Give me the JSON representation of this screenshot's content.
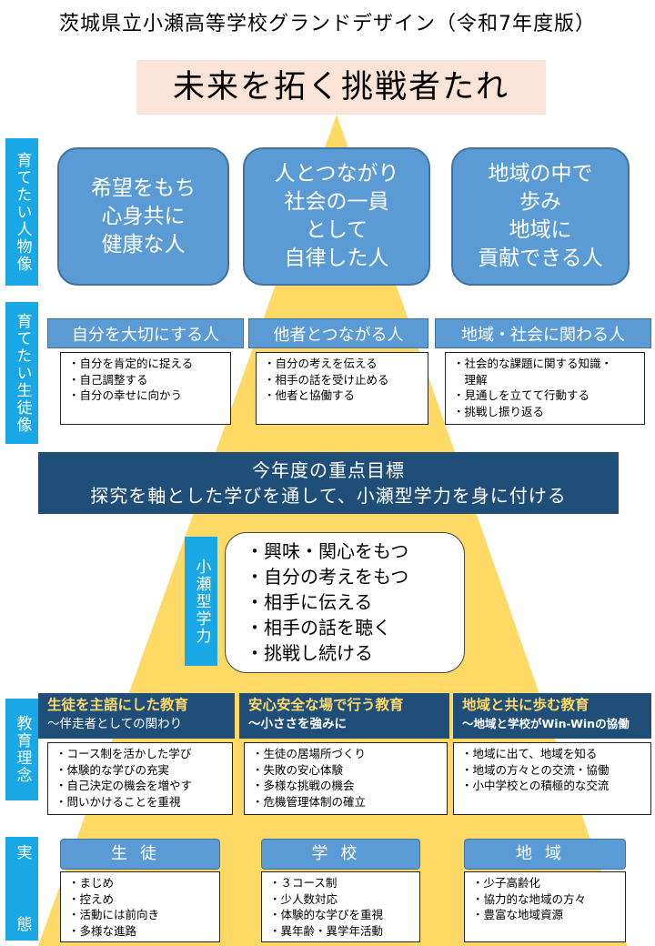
{
  "title": "茨城県立小瀬高等学校グランドデザイン（令和7年度版）",
  "slogan": "未来を拓く挑戦者たれ",
  "colors": {
    "pyramid": "#ffd966",
    "accent_blue": "#5b9bd5",
    "navy": "#1f4e79",
    "side_label": "#1aa7e6",
    "slogan_bg": "#fbe3d6",
    "highlight": "#ffd966"
  },
  "ideal_person": {
    "label": "育てたい人物像",
    "items": [
      "希望をもち\n心身共に\n健康な人",
      "人とつながり\n社会の一員\nとして\n自律した人",
      "地域の中で\n歩み\n地域に\n貢献できる人"
    ]
  },
  "ideal_student": {
    "label": "育てたい生徒像",
    "columns": [
      {
        "header": "自分を大切にする人",
        "items": [
          "・自分を肯定的に捉える",
          "・自己調整する",
          "・自分の幸せに向かう"
        ]
      },
      {
        "header": "他者とつながる人",
        "items": [
          "・自分の考えを伝える",
          "・相手の話を受け止める",
          "・他者と協働する"
        ]
      },
      {
        "header": "地域・社会に関わる人",
        "items": [
          "・社会的な課題に関する知識・",
          "　理解",
          "・見通しを立てて行動する",
          "・挑戦し振り返る"
        ]
      }
    ]
  },
  "focus_goal": {
    "title": "今年度の重点目標",
    "text": "探究を軸とした学びを通して、小瀬型学力を身に付ける"
  },
  "koze_ability": {
    "label": "小瀬型学力",
    "items": [
      "・興味・関心をもつ",
      "・自分の考えをもつ",
      "・相手に伝える",
      "・相手の話を聴く",
      "・挑戦し続ける"
    ]
  },
  "education_philosophy": {
    "label": "教育理念",
    "columns": [
      {
        "title": "生徒を主語にした教育",
        "subtitle": "～伴走者としての関わり",
        "items": [
          "・コース制を活かした学び",
          "・体験的な学びの充実",
          "・自己決定の機会を増やす",
          "・問いかけることを重視"
        ]
      },
      {
        "title": "安心安全な場で行う教育",
        "subtitle": "～小ささを強みに",
        "items": [
          "・生徒の居場所づくり",
          "・失敗の安心体験",
          "・多様な挑戦の機会",
          "・危機管理体制の確立"
        ]
      },
      {
        "title": "地域と共に歩む教育",
        "subtitle": "～地域と学校がWin-Winの協働",
        "items": [
          "・地域に出て、地域を知る",
          "・地域の方々との交流・協働",
          "・小中学校との積極的な交流"
        ]
      }
    ]
  },
  "reality": {
    "label_top": "実",
    "label_bottom": "態",
    "columns": [
      {
        "header": "生徒",
        "items": [
          "・まじめ",
          "・控えめ",
          "・活動には前向き",
          "・多様な進路"
        ]
      },
      {
        "header": "学校",
        "items": [
          "・３コース制",
          "・少人数対応",
          "・体験的な学びを重視",
          "・異年齢・異学年活動"
        ]
      },
      {
        "header": "地域",
        "items": [
          "・少子高齢化",
          "・協力的な地域の方々",
          "・豊富な地域資源"
        ]
      }
    ]
  }
}
